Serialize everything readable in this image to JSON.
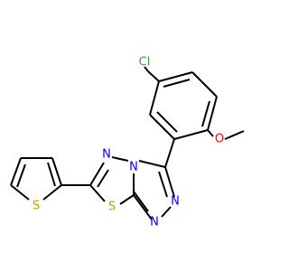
{
  "molecule": {
    "atom_labels": {
      "cl": "Cl",
      "o": "O",
      "n_upper_left": "N",
      "n_bridge": "N",
      "n_right_upper": "N",
      "n_right_lower": "N",
      "s_core": "S",
      "s_thiophene": "S"
    },
    "colors": {
      "bond": "#000000",
      "nitrogen": "#0000ff",
      "sulfur": "#b8a200",
      "chlorine": "#2ea82e",
      "oxygen": "#ff0000"
    }
  }
}
